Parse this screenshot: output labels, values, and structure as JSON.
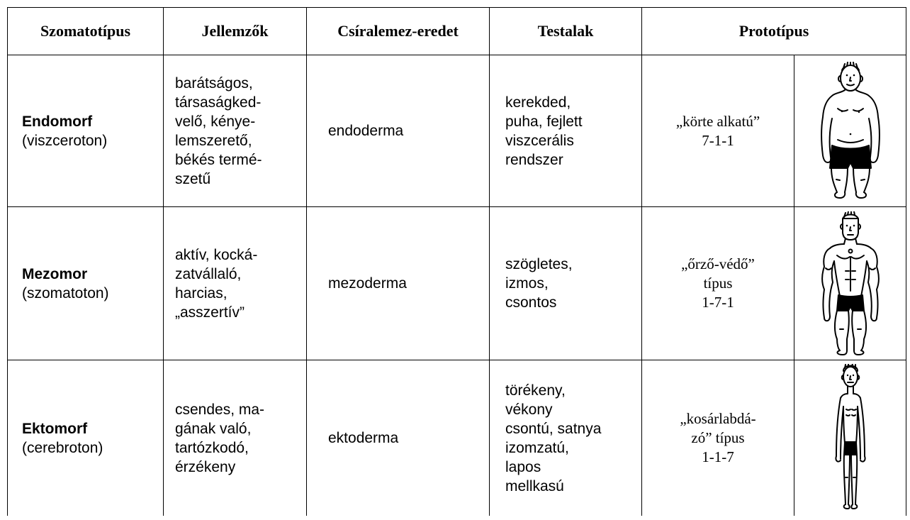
{
  "table": {
    "headers": [
      "Szomatotípus",
      "Jellemzők",
      "Csíralemez-eredet",
      "Testalak",
      "Prototípus"
    ],
    "rows": [
      {
        "name": "Endomorf",
        "subname": "(viszceroton)",
        "traits": "barátságos,\ntársaságked-\nvelő, kénye-\nlemszerető,\nbékés termé-\nszetű",
        "germ_layer": "endoderma",
        "body_shape": "kerekded,\npuha, fejlett\nviszcerális\nrendszer",
        "prototype": "„körte alkatú”\n7-1-1",
        "figure": "endomorph-figure"
      },
      {
        "name": "Mezomor",
        "subname": "(szomatoton)",
        "traits": "aktív, kocká-\nzatvállaló,\nharcias,\n„asszertív”",
        "germ_layer": "mezoderma",
        "body_shape": "szögletes,\nizmos,\ncsontos",
        "prototype": "„őrző-védő”\ntípus\n1-7-1",
        "figure": "mesomorph-figure"
      },
      {
        "name": "Ektomorf",
        "subname": "(cerebroton)",
        "traits": "csendes, ma-\ngának való,\ntartózkodó,\nérzékeny",
        "germ_layer": "ektoderma",
        "body_shape": "törékeny,\nvékony\ncsontú, satnya\nizomzatú,\nlapos\nmellkasú",
        "prototype": "„kosárlabdá-\nzó” típus\n1-1-7",
        "figure": "ectomorph-figure"
      }
    ]
  },
  "colors": {
    "line": "#000000",
    "background": "#ffffff",
    "shorts": "#000000"
  }
}
